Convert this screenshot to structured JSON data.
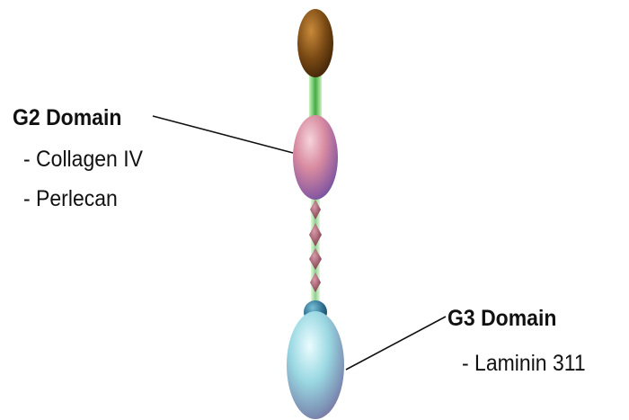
{
  "labels": {
    "g2": {
      "title": "G2 Domain",
      "items": [
        "- Collagen IV",
        "- Perlecan"
      ]
    },
    "g3": {
      "title": "G3 Domain",
      "items": [
        "- Laminin 311"
      ]
    }
  },
  "colors": {
    "top_domain": "#7a4a14",
    "g2_domain_light": "#e8a8b8",
    "g2_domain_dark": "#3a4aa0",
    "linker_green": "#7ad86a",
    "beads": "#9a5a6a",
    "small_blue_domain": "#2a6a8a",
    "g3_domain_light": "#c8f0f8",
    "g3_domain_dark": "#8a4a7a",
    "leader_line": "#111111"
  }
}
